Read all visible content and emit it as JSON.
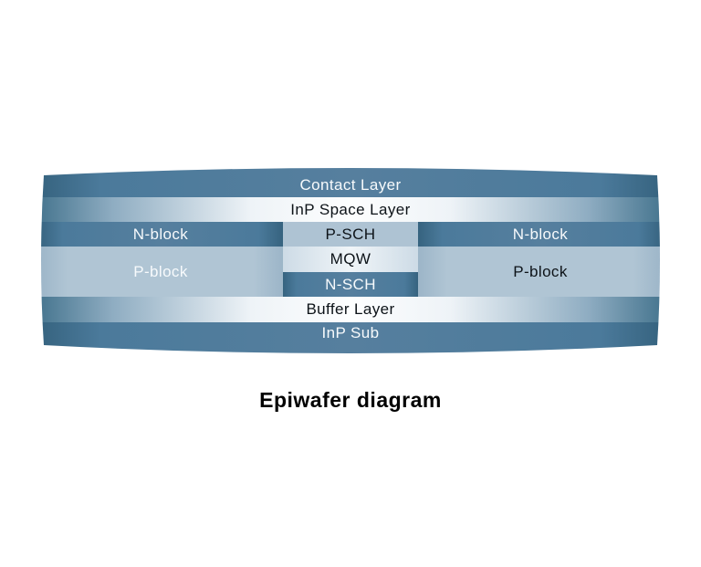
{
  "title": "Epiwafer diagram",
  "colors": {
    "band_dark_steel": "#4b7a9b",
    "band_light_center": "#fdfefe",
    "p_block_light_blue": "#b0c5d4",
    "mqw_near_white": "#f0f5f8",
    "text_white": "#f7fafc",
    "text_black": "#0d1318",
    "page_background": "#ffffff"
  },
  "diagram": {
    "layers": {
      "contact": "Contact Layer",
      "inp_space": "InP Space Layer",
      "n_block_left": "N-block",
      "p_sch": "P-SCH",
      "n_block_right": "N-block",
      "p_block_left": "P-block",
      "mqw": "MQW",
      "n_sch": "N-SCH",
      "p_block_right": "P-block",
      "buffer": "Buffer Layer",
      "inp_sub": "InP Sub"
    }
  }
}
